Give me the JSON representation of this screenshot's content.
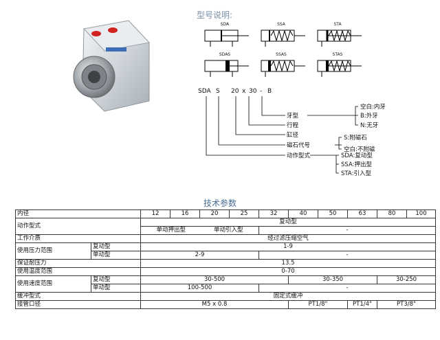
{
  "model_title": "型号说明:",
  "symbols": [
    "SDA",
    "SSA",
    "STA",
    "SDAS",
    "SSAS",
    "STAS"
  ],
  "code": [
    "SDA",
    "S",
    "20",
    "x",
    "30",
    "-",
    "B"
  ],
  "code_labels": {
    "thread": "牙型",
    "stroke": "行程",
    "bore": "缸径",
    "magnet": "磁石代号",
    "action": "动作型式"
  },
  "thread_options": [
    "空白:内牙",
    "B:外牙",
    "N:无牙"
  ],
  "magnet_options": [
    "S:附磁石",
    "空白:不附磁"
  ],
  "action_options": [
    "SDA:复动型",
    "SSA:押出型",
    "STA:引入型"
  ],
  "spec_title": "技术参数",
  "table": {
    "bore_label": "内径",
    "bores": [
      "12",
      "16",
      "20",
      "25",
      "32",
      "40",
      "50",
      "63",
      "80",
      "100"
    ],
    "action_label": "动作型式",
    "action_double": "复动型",
    "action_single_push": "单动押出型",
    "action_single_pull": "单动引入型",
    "dash": "-",
    "medium_label": "工作介质",
    "medium_value": "经过滤压缩空气",
    "pressure_label": "使用压力范围",
    "double": "复动型",
    "single": "单动型",
    "pressure_double": "1-9",
    "pressure_single": "2-9",
    "proof_label": "保证耐压力",
    "proof_value": "13.5",
    "temp_label": "使用温度范围",
    "temp_value": "0-70",
    "speed_label": "使用速度范围",
    "speed_double_1": "30-500",
    "speed_double_2": "30-350",
    "speed_double_3": "30-250",
    "speed_single": "100-500",
    "cushion_label": "缓冲型式",
    "cushion_value": "固定式缓冲",
    "port_label": "接管口径",
    "port_1": "M5 x 0.8",
    "port_2": "PT1/8\"",
    "port_3": "PT1/4\"",
    "port_4": "PT3/8\""
  }
}
